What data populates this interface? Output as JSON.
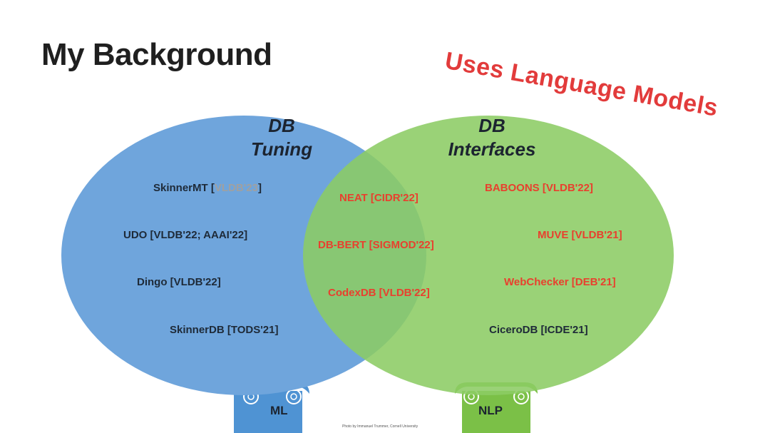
{
  "slide": {
    "title": "My Background",
    "stamp": "Uses Language Models"
  },
  "left_circle": {
    "title_line1": "DB",
    "title_line2": "Tuning",
    "color": "#6fa5dc",
    "items": [
      {
        "name": "SkinnerMT [",
        "venue": "VLDB'23",
        "suffix": "]"
      },
      {
        "text": "UDO [VLDB'22; AAAI'22]"
      },
      {
        "text": "Dingo [VLDB'22]"
      },
      {
        "text": "SkinnerDB [TODS'21]"
      }
    ]
  },
  "right_circle": {
    "title_line1": "DB",
    "title_line2": "Interfaces",
    "color": "#8ccc64",
    "items": [
      {
        "text": "BABOONS [VLDB'22]"
      },
      {
        "text": "MUVE [VLDB'21]"
      },
      {
        "text": "WebChecker [DEB'21]"
      },
      {
        "text": "CiceroDB [ICDE'21]"
      }
    ]
  },
  "overlap": {
    "items": [
      {
        "text": "NEAT [CIDR'22]"
      },
      {
        "text": "DB-BERT [SIGMOD'22]"
      },
      {
        "text": "CodexDB [VLDB'22]"
      }
    ]
  },
  "pillars": {
    "left": "ML",
    "right": "NLP"
  },
  "credit": "Photo by Immanuel Trummer, Cornell University",
  "colors": {
    "highlight_red": "#e8402e",
    "stamp_red": "#e23b3b",
    "pillar_blue": "#4f93d3",
    "pillar_green": "#7bc047"
  }
}
